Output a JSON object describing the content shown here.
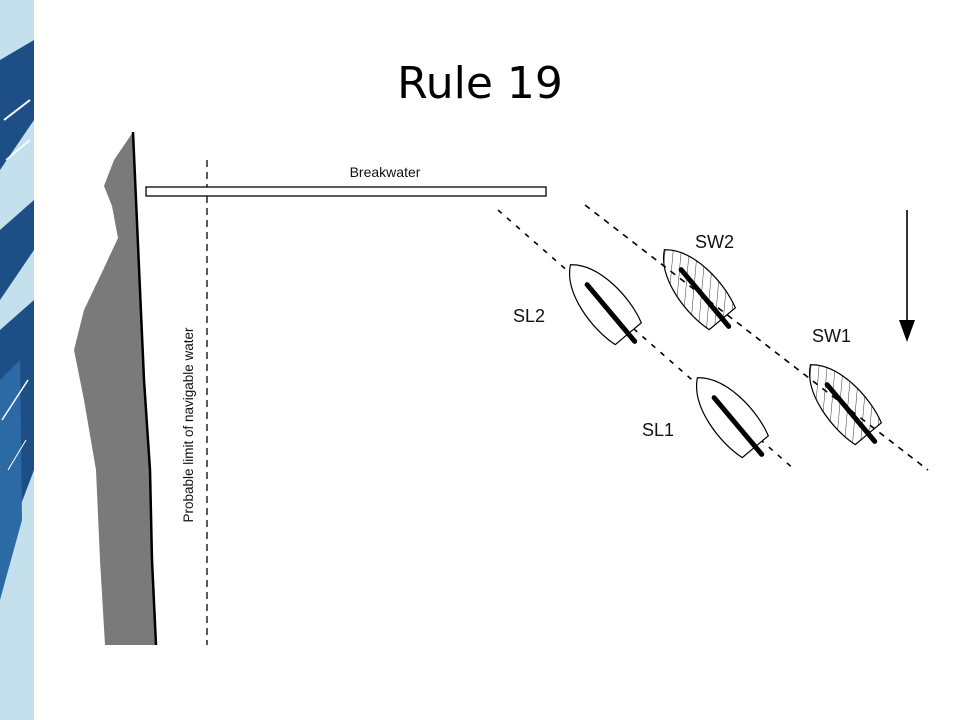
{
  "slide": {
    "title": "Rule 19"
  },
  "diagram": {
    "breakwater_label": "Breakwater",
    "navigable_limit_label": "Probable limit of navigable water",
    "boats": [
      {
        "label": "SW2",
        "hatched": true
      },
      {
        "label": "SL2",
        "hatched": false
      },
      {
        "label": "SW1",
        "hatched": true
      },
      {
        "label": "SL1",
        "hatched": false
      }
    ]
  },
  "colors": {
    "shore": "#7a7a7a",
    "side_strip_dark": "#1d4f86",
    "side_strip_light": "#bcdcea"
  }
}
